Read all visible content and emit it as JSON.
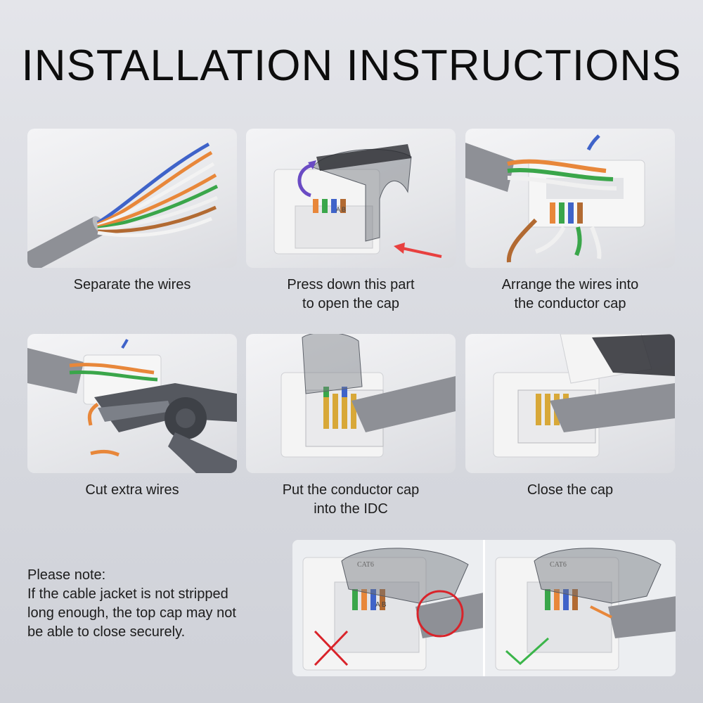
{
  "title": "INSTALLATION INSTRUCTIONS",
  "steps": [
    {
      "lines": [
        "Separate the wires"
      ]
    },
    {
      "lines": [
        "Press down this part",
        "to open the cap"
      ]
    },
    {
      "lines": [
        "Arrange the wires into",
        "the conductor cap"
      ]
    },
    {
      "lines": [
        "Cut extra wires"
      ]
    },
    {
      "lines": [
        "Put the conductor cap",
        "into the IDC"
      ]
    },
    {
      "lines": [
        "Close the cap"
      ]
    }
  ],
  "note": {
    "heading": "Please note:",
    "lines": [
      "If the cable jacket is not stripped",
      "long enough, the top cap may not",
      "be able to close securely."
    ]
  },
  "keystone": {
    "marking_ab": [
      "A",
      "B"
    ],
    "marking_cat": "CAT6"
  },
  "colors": {
    "wrong": "#d9232a",
    "correct": "#3bb54a",
    "arrow": "#e8403f",
    "rotate_arrow": "#6a4bc4",
    "cable": "#8f9197"
  }
}
